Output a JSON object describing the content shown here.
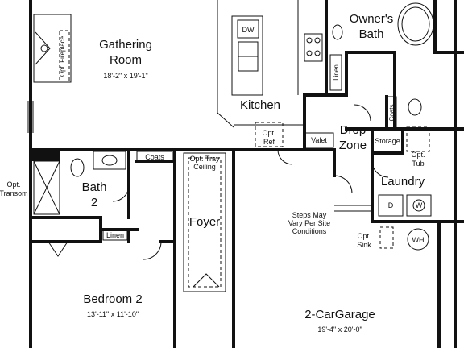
{
  "rooms": {
    "gathering": {
      "name_line1": "Gathering",
      "name_line2": "Room",
      "dims": "18'-2\" x 19'-1\""
    },
    "fireplace": {
      "label": "Opt. Fireplace"
    },
    "kitchen": {
      "name": "Kitchen"
    },
    "dw": {
      "label": "DW"
    },
    "owners_bath": {
      "name_line1": "Owner's",
      "name_line2": "Bath"
    },
    "linen_upper": {
      "label": "Linen"
    },
    "coats_upper": {
      "label": "Coats"
    },
    "drop_zone": {
      "name_line1": "Drop",
      "name_line2": "Zone"
    },
    "storage": {
      "label": "Storage"
    },
    "opt_tub": {
      "line1": "Opt.",
      "line2": "Tub"
    },
    "opt_ref": {
      "line1": "Opt.",
      "line2": "Ref"
    },
    "valet": {
      "label": "Valet"
    },
    "laundry": {
      "name": "Laundry"
    },
    "washer": {
      "label": "W"
    },
    "dryer": {
      "label": "D"
    },
    "steps": {
      "line1": "Steps May",
      "line2": "Vary Per Site",
      "line3": "Conditions"
    },
    "opt_sink": {
      "line1": "Opt.",
      "line2": "Sink"
    },
    "wh": {
      "label": "WH"
    },
    "opt_tray": {
      "line1": "Opt. Tray",
      "line2": "Ceiling"
    },
    "foyer": {
      "name": "Foyer"
    },
    "coats_lower": {
      "label": "Coats"
    },
    "bath2": {
      "name_line1": "Bath",
      "name_line2": "2"
    },
    "linen_lower": {
      "label": "Linen"
    },
    "opt_transom": {
      "line1": "Opt.",
      "line2": "Transom"
    },
    "bedroom2": {
      "name": "Bedroom 2",
      "dims": "13'-11\" x 11'-10\""
    },
    "garage": {
      "name": "2-CarGarage",
      "dims": "19'-4\" x 20'-0\""
    }
  }
}
